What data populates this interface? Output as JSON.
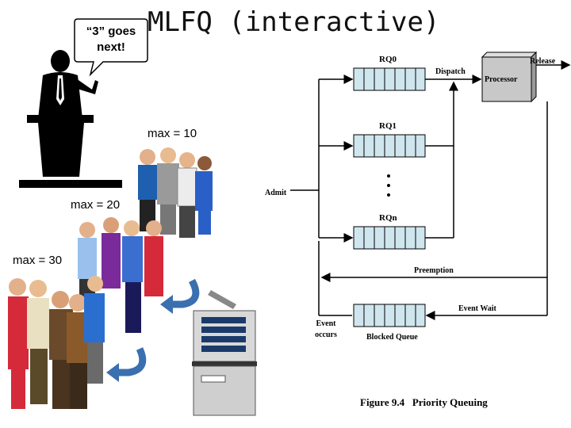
{
  "title": "MLFQ (interactive)",
  "speech_bubble": "“3” goes next!",
  "max_labels": [
    "max = 10",
    "max = 20",
    "max = 30"
  ],
  "diagram": {
    "queues": [
      "RQ0",
      "RQ1",
      "RQn"
    ],
    "dispatch": "Dispatch",
    "processor": "Processor",
    "release": "Release",
    "admit": "Admit",
    "preemption": "Preemption",
    "event_wait": "Event Wait",
    "event_occurs": "Event occurs",
    "blocked_queue": "Blocked Queue",
    "caption": "Figure 9.4   Priority Queuing"
  },
  "colors": {
    "queue_fill": "#cfe6ee",
    "processor_fill": "#c8c8c8",
    "bubble_fill": "#ffffff",
    "arrow_blue": "#3a6fb0"
  }
}
